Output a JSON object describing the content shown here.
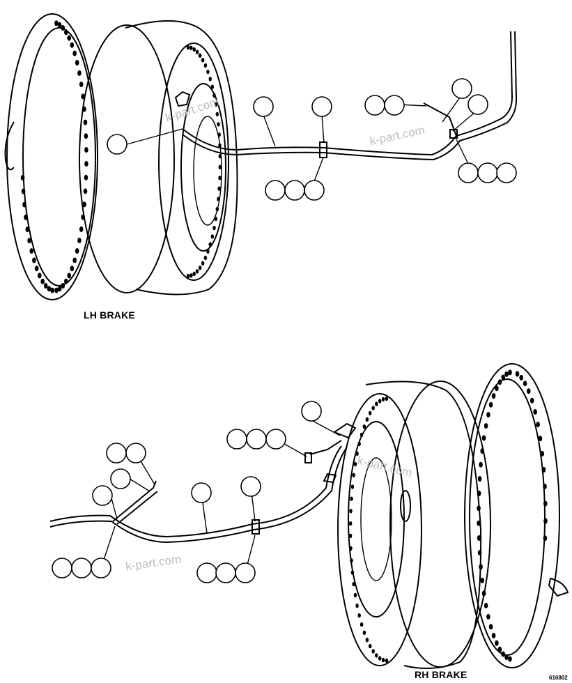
{
  "lh_brake": {
    "caption": "LH BRAKE"
  },
  "rh_brake": {
    "caption": "RH BRAKE"
  },
  "figure_number": "616802",
  "watermarks": [
    "k-part.com",
    "k-part.com",
    "k-part.com",
    "k-part.com"
  ]
}
